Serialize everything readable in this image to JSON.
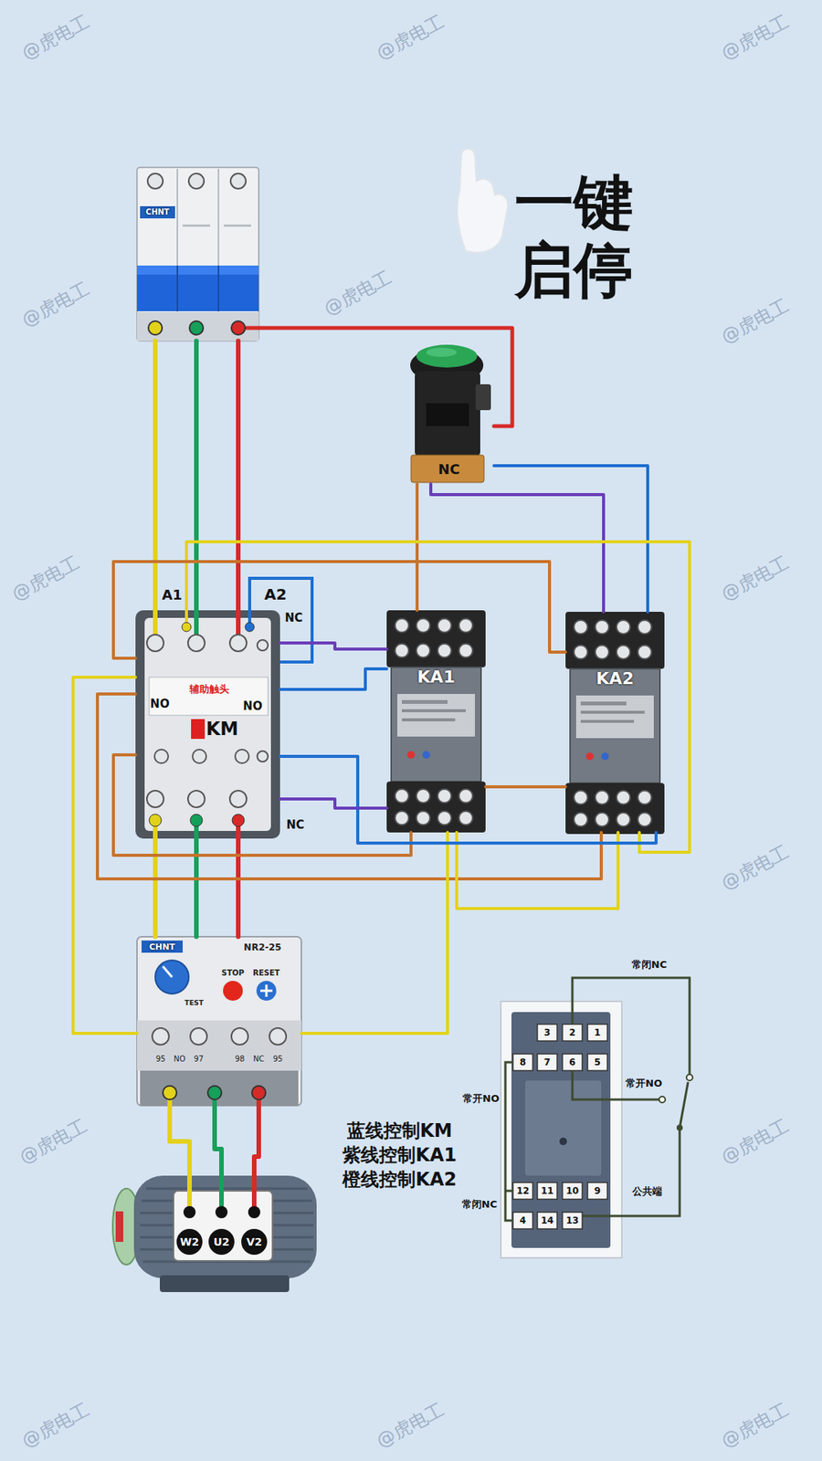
{
  "diagram": {
    "title": "一键 启停",
    "nodes": [
      {
        "text": [
          "CHNT"
        ]
      },
      {
        "text": [
          "NC"
        ]
      },
      {
        "text": [
          "KM"
        ]
      },
      {
        "text": [
          "KA1"
        ]
      },
      {
        "text": [
          "KA2"
        ]
      },
      {
        "text": [
          "CHNT",
          "NR2-25"
        ]
      },
      {
        "text": [
          "W2",
          "U2",
          "V2"
        ]
      }
    ],
    "edges": [
      {
        "from": 0,
        "to": 2,
        "arrow": "none"
      },
      {
        "from": 0,
        "to": 2,
        "arrow": "none"
      },
      {
        "from": 0,
        "to": 2,
        "arrow": "none"
      },
      {
        "from": 2,
        "to": 5,
        "arrow": "none"
      },
      {
        "from": 2,
        "to": 5,
        "arrow": "none"
      },
      {
        "from": 2,
        "to": 5,
        "arrow": "none"
      },
      {
        "from": 5,
        "to": 6,
        "arrow": "none"
      },
      {
        "from": 5,
        "to": 6,
        "arrow": "none"
      },
      {
        "from": 5,
        "to": 6,
        "arrow": "none"
      },
      {
        "from": 0,
        "to": 1,
        "arrow": "none"
      },
      {
        "from": 1,
        "to": 3,
        "arrow": "none"
      },
      {
        "from": 1,
        "to": 4,
        "arrow": "none"
      },
      {
        "from": 1,
        "to": 4,
        "arrow": "none"
      },
      {
        "from": 2,
        "to": 4,
        "arrow": "none"
      },
      {
        "from": 2,
        "to": 4,
        "arrow": "none"
      },
      {
        "from": 5,
        "to": 2,
        "arrow": "none"
      },
      {
        "from": 2,
        "to": 4,
        "arrow": "none"
      },
      {
        "from": 2,
        "to": 3,
        "arrow": "none"
      },
      {
        "from": 5,
        "to": 3,
        "arrow": "none"
      },
      {
        "from": 3,
        "to": 4,
        "arrow": "none"
      },
      {
        "from": 3,
        "to": 4,
        "arrow": "none"
      },
      {
        "from": 2,
        "to": 3,
        "arrow": "none"
      },
      {
        "from": 2,
        "to": 3,
        "arrow": "none"
      },
      {
        "from": 2,
        "to": 4,
        "arrow": "none"
      },
      {
        "from": 2,
        "to": 3,
        "arrow": "none"
      }
    ],
    "labels": [
      "A1",
      "A2",
      "NC",
      "NO",
      "辅助触头",
      "NO",
      "NC",
      "STOP",
      "RESET",
      "TEST",
      "95",
      "NO",
      "97",
      "98",
      "NC",
      "95",
      "蓝线控制KM",
      "紫线控制KA1",
      "橙线控制KA2",
      "3",
      "2",
      "1",
      "8",
      "7",
      "6",
      "5",
      "12",
      "11",
      "10",
      "9",
      "4",
      "14",
      "13",
      "常闭NC",
      "常开NO",
      "常开NO",
      "公共端",
      "常闭NC",
      "@虎电工",
      "@虎电工",
      "@虎电工",
      "@虎电工",
      "@虎电工",
      "@虎电工",
      "@虎电工",
      "@虎电工",
      "@虎电工",
      "@虎电工",
      "@虎电工",
      "@虎电工",
      "@虎电工",
      "@虎电工"
    ]
  }
}
